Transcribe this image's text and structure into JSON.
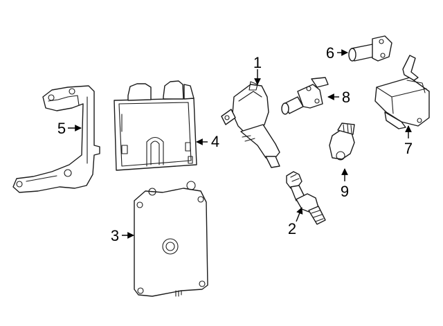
{
  "callouts": [
    {
      "number": "1"
    },
    {
      "number": "2"
    },
    {
      "number": "3"
    },
    {
      "number": "4"
    },
    {
      "number": "5"
    },
    {
      "number": "6"
    },
    {
      "number": "7"
    },
    {
      "number": "8"
    },
    {
      "number": "9"
    }
  ],
  "colors": {
    "line": "#1a1a1a",
    "background": "#ffffff"
  }
}
